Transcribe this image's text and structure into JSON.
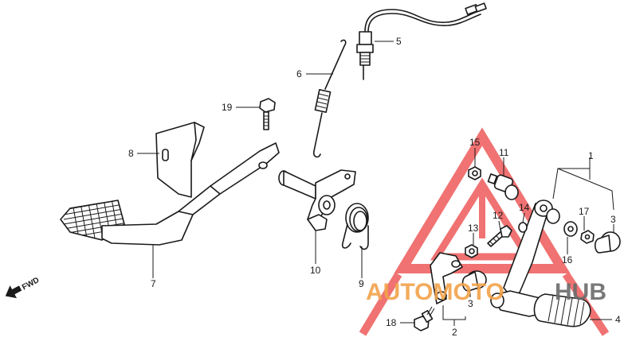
{
  "diagram": {
    "callouts": [
      {
        "id": "c1",
        "text": "1"
      },
      {
        "id": "c2",
        "text": "2"
      },
      {
        "id": "c3a",
        "text": "3"
      },
      {
        "id": "c3b",
        "text": "3"
      },
      {
        "id": "c4",
        "text": "4"
      },
      {
        "id": "c5",
        "text": "5"
      },
      {
        "id": "c6",
        "text": "6"
      },
      {
        "id": "c7",
        "text": "7"
      },
      {
        "id": "c8",
        "text": "8"
      },
      {
        "id": "c9",
        "text": "9"
      },
      {
        "id": "c10",
        "text": "10"
      },
      {
        "id": "c11",
        "text": "11"
      },
      {
        "id": "c12",
        "text": "12"
      },
      {
        "id": "c13",
        "text": "13"
      },
      {
        "id": "c14",
        "text": "14"
      },
      {
        "id": "c15",
        "text": "15"
      },
      {
        "id": "c16",
        "text": "16"
      },
      {
        "id": "c17",
        "text": "17"
      },
      {
        "id": "c18",
        "text": "18"
      },
      {
        "id": "c19",
        "text": "19"
      }
    ],
    "direction_label": "FWD"
  },
  "watermark": {
    "text_a": "AUTOMOTO",
    "text_b": "HUB",
    "color_a": "#f2a24a",
    "color_b": "#6b6b6b",
    "triangle_color": "#ee5a5a"
  }
}
